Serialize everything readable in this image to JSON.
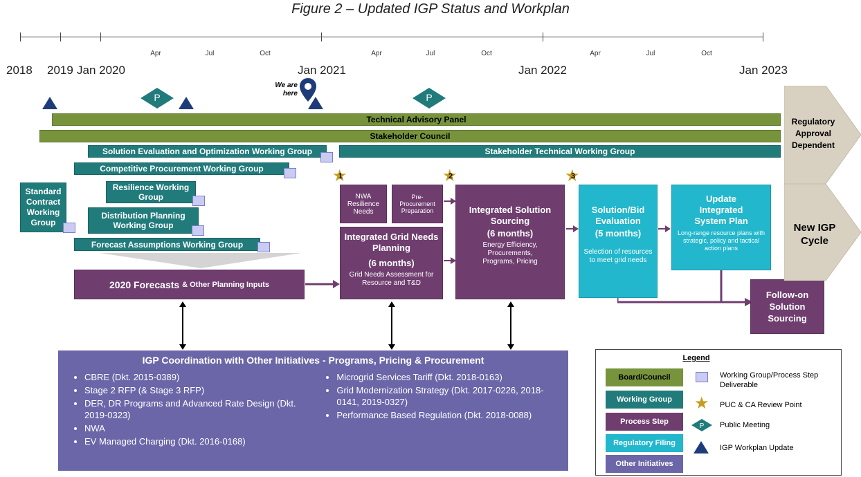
{
  "figure_title": "Figure 2 – Updated IGP Status and Workplan",
  "timeline": {
    "years": [
      "2018",
      "2019",
      "Jan 2020",
      "Jan 2021",
      "Jan 2022",
      "Jan 2023"
    ],
    "months": [
      "Apr",
      "Jul",
      "Oct",
      "Apr",
      "Jul",
      "Oct",
      "Apr",
      "Jul",
      "Oct"
    ]
  },
  "we_are_here": "We are here",
  "public_meeting_letter": "P",
  "bars": {
    "tap": "Technical Advisory Panel",
    "council": "Stakeholder Council",
    "seowg": "Solution Evaluation and Optimization Working Group",
    "stwg": "Stakeholder Technical Working Group",
    "cpwg": "Competitive Procurement Working Group",
    "resilience": "Resilience Working Group",
    "dpwg": "Distribution Planning Working Group",
    "fawg": "Forecast Assumptions Working Group",
    "scwg": "Standard Contract Working Group"
  },
  "forecasts": {
    "main": "2020 Forecasts",
    "sub": "& Other Planning Inputs"
  },
  "stars": [
    "1",
    "2",
    "3"
  ],
  "process": {
    "nwa": "NWA Resilience Needs",
    "pre": "Pre-Procurement Preparation",
    "ignp_title": "Integrated Grid Needs Planning",
    "ignp_dur": "(6 months)",
    "ignp_desc": "Grid Needs Assessment for Resource and T&D",
    "iss_title": "Integrated Solution Sourcing",
    "iss_dur": "(6 months)",
    "iss_desc": "Energy Efficiency, Procurements, Programs, Pricing",
    "sbe_title": "Solution/Bid Evaluation",
    "sbe_dur": "(5 months)",
    "sbe_desc": "Selection of resources to meet grid needs",
    "uisp_title": "Update Integrated System Plan",
    "uisp_desc": "Long-range resource plans with strategic, policy and tactical action plans",
    "follow": "Follow-on Solution Sourcing"
  },
  "chevrons": {
    "regulatory": "Regulatory Approval Dependent",
    "new_cycle": "New IGP Cycle"
  },
  "coordination": {
    "title": "IGP Coordination with Other Initiatives - Programs, Pricing & Procurement",
    "left": [
      "CBRE (Dkt. 2015-0389)",
      "Stage 2 RFP (& Stage 3 RFP)",
      "DER, DR Programs and Advanced Rate Design (Dkt. 2019-0323)",
      "NWA",
      "EV Managed Charging (Dkt. 2016-0168)"
    ],
    "right": [
      "Microgrid Services Tariff (Dkt. 2018-0163)",
      "Grid Modernization Strategy (Dkt. 2017-0226, 2018-0141, 2019-0327)",
      "Performance Based Regulation (Dkt. 2018-0088)"
    ]
  },
  "legend": {
    "title": "Legend",
    "swatches": [
      "Board/Council",
      "Working Group",
      "Process Step",
      "Regulatory Filing",
      "Other Initiatives"
    ],
    "symbols": [
      "Working Group/Process Step Deliverable",
      "PUC & CA Review Point",
      "Public Meeting",
      "IGP Workplan Update"
    ],
    "colors": {
      "board": "#77933c",
      "wg": "#217b7b",
      "process": "#6f3e6f",
      "filing": "#22b7cc",
      "other": "#6b66a8"
    }
  }
}
